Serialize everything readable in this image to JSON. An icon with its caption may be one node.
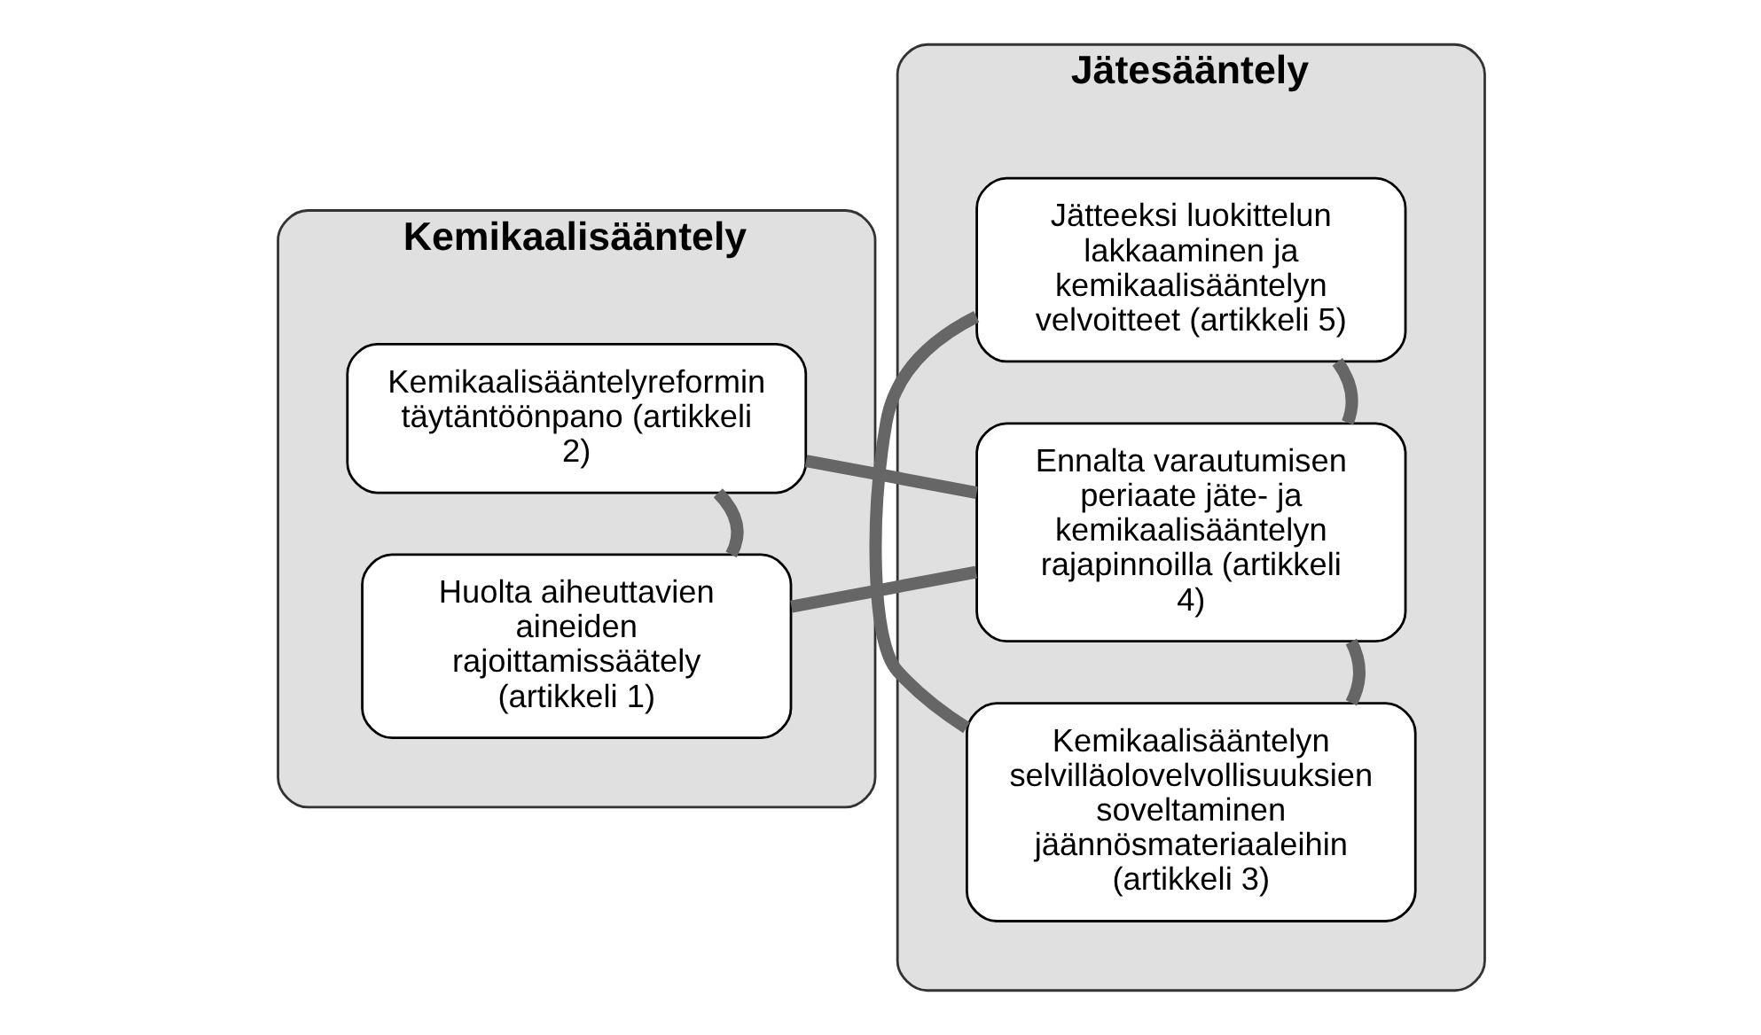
{
  "diagram": {
    "nodes": [
      {
        "text": [
          "Kemikaalisääntely"
        ]
      },
      {
        "text": [
          "Huolta aiheuttavien aineiden rajoittamissäätely (artikkeli 1)"
        ],
        "in": 0
      },
      {
        "text": [
          "Kemikaalisääntelyreformin täytäntöönpano (artikkeli 2)"
        ],
        "in": 0
      },
      {
        "text": [
          "Jätesääntely"
        ]
      },
      {
        "text": [
          "Kemikaalisääntelyn selvilläolovelvollisuuksien soveltaminen jäännösmateriaaleihin (artikkeli 3)"
        ],
        "in": 3
      },
      {
        "text": [
          "Ennalta varautumisen periaate jäte- ja kemikaalisääntelyn rajapinnoilla (artikkeli 4)"
        ],
        "in": 3
      },
      {
        "text": [
          "Jätteeksi luokittelun lakkaaminen ja kemikaalisääntelyn velvoitteet (artikkeli 5)"
        ],
        "in": 3
      }
    ],
    "edges": [
      {
        "from": 1,
        "to": 2,
        "arrow": "none"
      },
      {
        "from": 1,
        "to": 5,
        "arrow": "none"
      },
      {
        "from": 2,
        "to": 5,
        "arrow": "none"
      },
      {
        "from": 4,
        "to": 5,
        "arrow": "none"
      },
      {
        "from": 5,
        "to": 6,
        "arrow": "none"
      },
      {
        "from": 4,
        "to": 6,
        "arrow": "none"
      }
    ]
  }
}
